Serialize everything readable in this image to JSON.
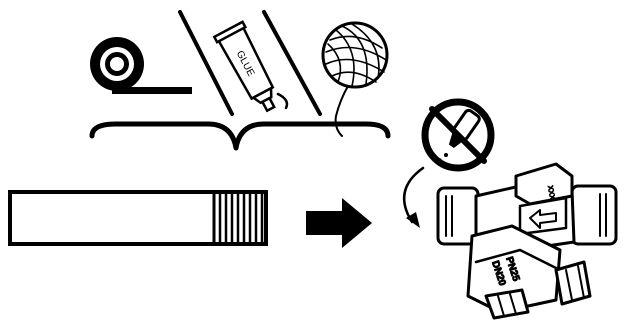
{
  "diagram": {
    "forbidden_sealants": [
      {
        "name": "tape-roll",
        "label": ""
      },
      {
        "name": "glue-tube",
        "label": "GLUE"
      },
      {
        "name": "yarn-ball",
        "label": ""
      }
    ],
    "prohibition_icon": "no-lubricant",
    "valve": {
      "size_label": "DN20",
      "pressure_label": "PN25",
      "marking": "XXX"
    },
    "colors": {
      "ink": "#000000",
      "background": "#ffffff"
    }
  }
}
